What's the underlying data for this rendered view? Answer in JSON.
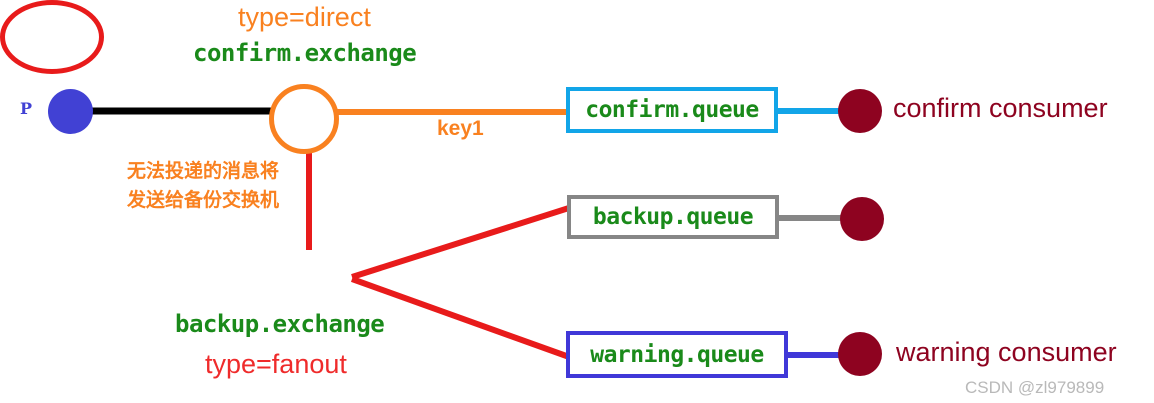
{
  "diagram": {
    "title": "RabbitMQ backup exchange routing diagram",
    "colors": {
      "producer": "#4141d4",
      "confirm_exchange_outline": "#f98120",
      "backup_exchange_outline": "#e81b1b",
      "confirm_queue_border": "#12a5e8",
      "backup_queue_border": "#868686",
      "warning_queue_border": "#4038d8",
      "consumer": "#8e0320",
      "queue_text": "#1a8a1a",
      "note_text": "#f98120",
      "fanout_text": "#ef2b2b",
      "producer_edge": "#000000",
      "watermark": "#b9b9b9"
    },
    "producer": {
      "label": "P"
    },
    "confirm_exchange": {
      "type_label": "type=direct",
      "name_label": "confirm.exchange"
    },
    "backup_exchange": {
      "name_label": "backup.exchange",
      "type_label": "type=fanout"
    },
    "bindings": {
      "key1": "key1",
      "dlx_note_line1": "无法投递的消息将",
      "dlx_note_line2": "发送给备份交换机"
    },
    "queues": [
      {
        "name": "confirm.queue"
      },
      {
        "name": "backup.queue"
      },
      {
        "name": "warning.queue"
      }
    ],
    "consumers": [
      {
        "label": "confirm consumer"
      },
      {
        "label": ""
      },
      {
        "label": "warning consumer"
      }
    ],
    "watermark": "CSDN @zl979899"
  }
}
